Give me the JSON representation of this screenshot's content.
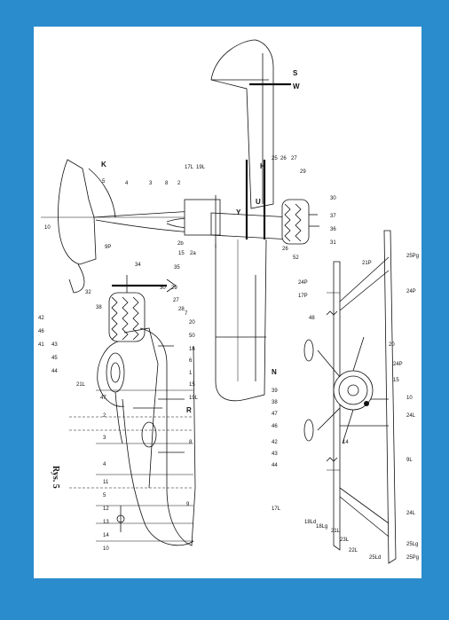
{
  "figure": {
    "caption": "Rys. 5",
    "labels_left": [
      "10",
      "K",
      "5",
      "4",
      "3",
      "8",
      "2",
      "17L",
      "19L",
      "2b",
      "2a",
      "15",
      "9P",
      "34",
      "35",
      "32",
      "30",
      "38",
      "29",
      "27",
      "28",
      "7",
      "42",
      "46",
      "41",
      "43",
      "45",
      "44",
      "20",
      "50",
      "16",
      "6",
      "1",
      "15",
      "19L",
      "21L",
      "47",
      "2",
      "3",
      "4",
      "11",
      "5",
      "12",
      "13",
      "14",
      "10",
      "8",
      "9",
      "R"
    ],
    "labels_right": [
      "S",
      "W",
      "26",
      "27",
      "29",
      "H",
      "Y",
      "U",
      "25",
      "30",
      "37",
      "36",
      "31",
      "26",
      "52",
      "24P",
      "17P",
      "48",
      "21P",
      "25Pg",
      "24P",
      "N",
      "20",
      "24P",
      "15",
      "10",
      "24L",
      "39",
      "38",
      "47",
      "46",
      "42",
      "43",
      "44",
      "14",
      "9L",
      "17L",
      "18Ld",
      "18Lg",
      "21L",
      "23L",
      "22L",
      "24L",
      "25Ld",
      "25Lg",
      "25Pg"
    ],
    "big_letters": [
      "K",
      "R",
      "N",
      "S",
      "W",
      "U",
      "Y",
      "H"
    ]
  }
}
